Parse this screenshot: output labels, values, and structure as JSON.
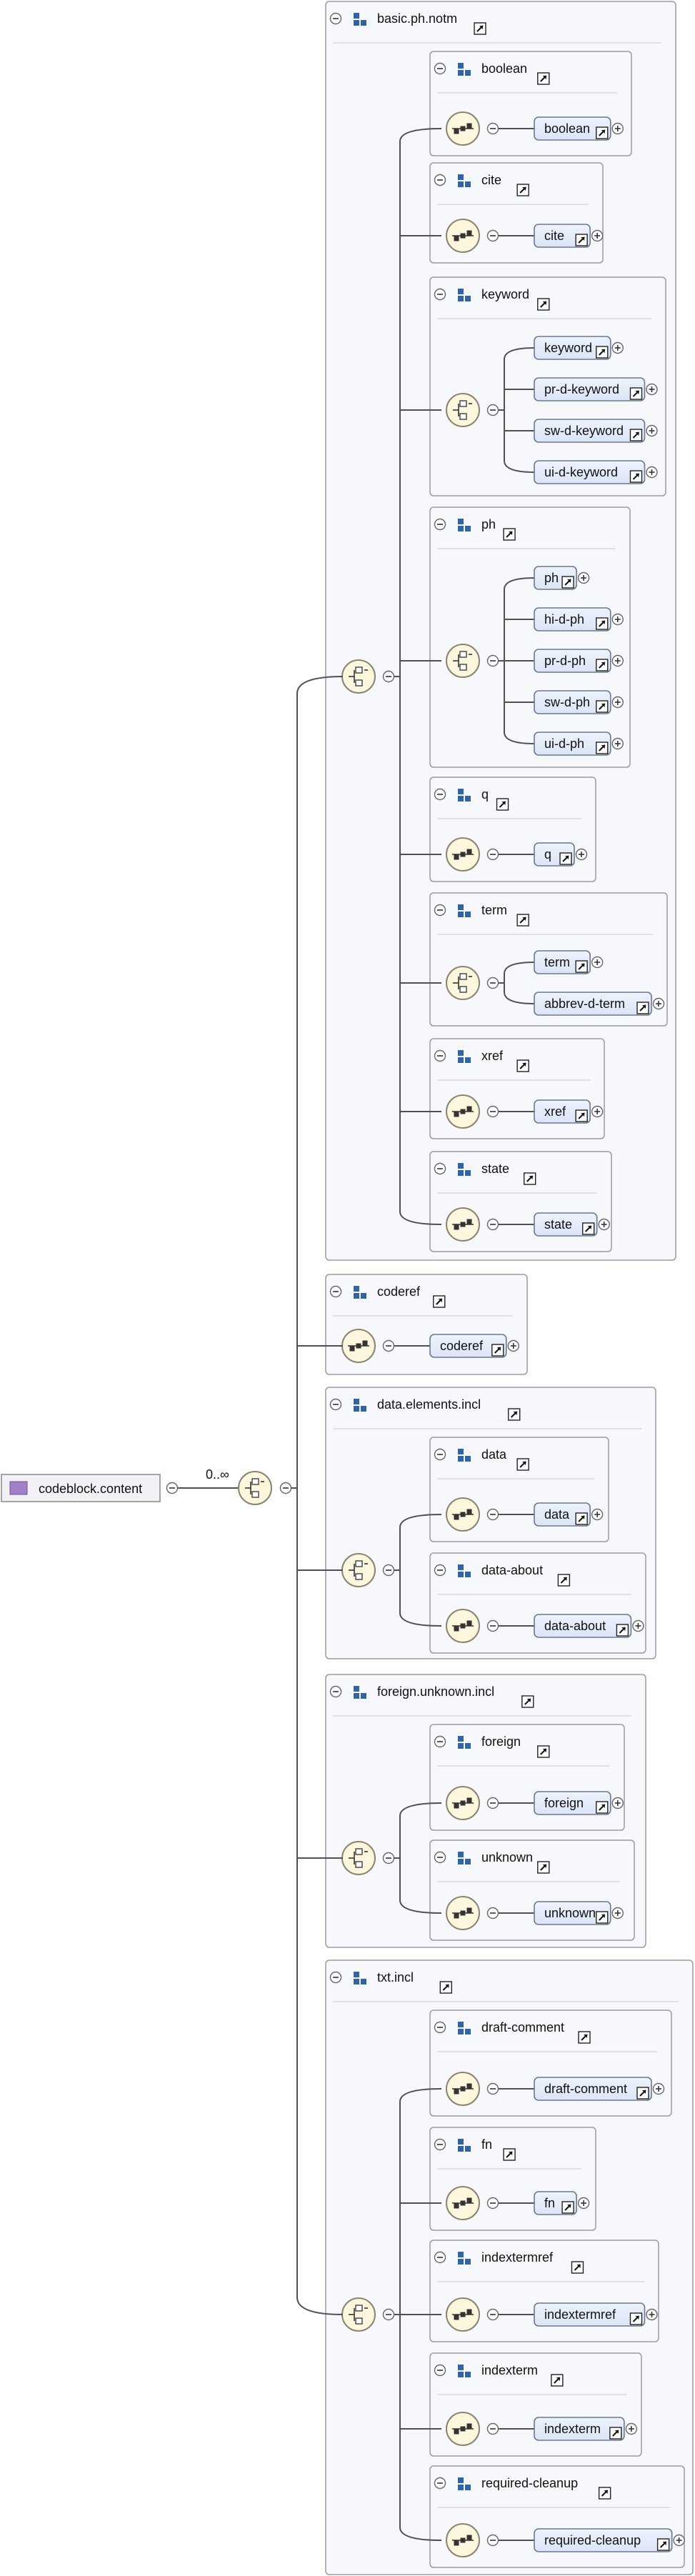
{
  "root": {
    "label": "codeblock.content",
    "occurs": "0..∞"
  },
  "groups": [
    {
      "label": "basic.ph.notm",
      "children": [
        {
          "label": "boolean",
          "elements": [
            "boolean"
          ]
        },
        {
          "label": "cite",
          "elements": [
            "cite"
          ]
        },
        {
          "label": "keyword",
          "elements": [
            "keyword",
            "pr-d-keyword",
            "sw-d-keyword",
            "ui-d-keyword"
          ]
        },
        {
          "label": "ph",
          "elements": [
            "ph",
            "hi-d-ph",
            "pr-d-ph",
            "sw-d-ph",
            "ui-d-ph"
          ]
        },
        {
          "label": "q",
          "elements": [
            "q"
          ]
        },
        {
          "label": "term",
          "elements": [
            "term",
            "abbrev-d-term"
          ]
        },
        {
          "label": "xref",
          "elements": [
            "xref"
          ]
        },
        {
          "label": "state",
          "elements": [
            "state"
          ]
        }
      ]
    },
    {
      "label": "coderef",
      "elements": [
        "coderef"
      ]
    },
    {
      "label": "data.elements.incl",
      "children": [
        {
          "label": "data",
          "elements": [
            "data"
          ]
        },
        {
          "label": "data-about",
          "elements": [
            "data-about"
          ]
        }
      ]
    },
    {
      "label": "foreign.unknown.incl",
      "children": [
        {
          "label": "foreign",
          "elements": [
            "foreign"
          ]
        },
        {
          "label": "unknown",
          "elements": [
            "unknown"
          ]
        }
      ]
    },
    {
      "label": "txt.incl",
      "children": [
        {
          "label": "draft-comment",
          "elements": [
            "draft-comment"
          ]
        },
        {
          "label": "fn",
          "elements": [
            "fn"
          ]
        },
        {
          "label": "indextermref",
          "elements": [
            "indextermref"
          ]
        },
        {
          "label": "indexterm",
          "elements": [
            "indexterm"
          ]
        },
        {
          "label": "required-cleanup",
          "elements": [
            "required-cleanup"
          ]
        }
      ]
    }
  ],
  "colors": {
    "line": "#505050",
    "groupBoxFill": "#f7f8fc",
    "groupBoxStroke": "#9a9aa6",
    "elementFill": "#dbe5f6",
    "elementStroke": "#6a7890",
    "compositorFill": "#fbf6dc",
    "compositorStroke": "#8a8470",
    "groupIcon": "#2e63b0",
    "rootIcon": "#a080c8"
  }
}
